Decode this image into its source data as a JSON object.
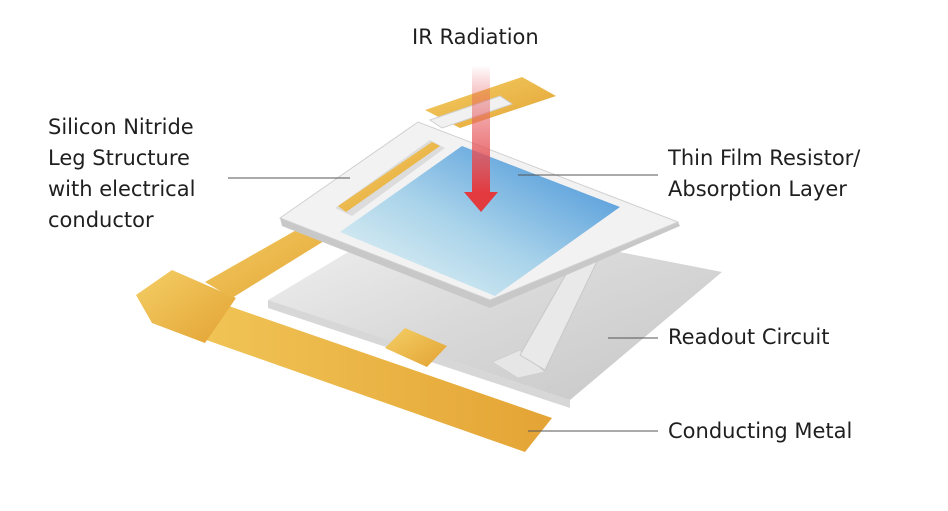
{
  "labels": {
    "ir_radiation": "IR Radiation",
    "leg_structure": "Silicon Nitride\nLeg Structure\nwith electrical\nconductor",
    "thin_film": "Thin Film Resistor/\nAbsorption Layer",
    "readout": "Readout Circuit",
    "conducting_metal": "Conducting Metal"
  },
  "colors": {
    "metal": "#e8aa3a",
    "metal_light": "#f2ca5e",
    "membrane": "#f1f1f1",
    "membrane_edge": "#c9c9c9",
    "absorber_light": "#eaf6f7",
    "absorber_dark": "#3d8fd8",
    "substrate": "#d4d4d4",
    "arrow": "#e23a3f",
    "leader": "#555555"
  }
}
